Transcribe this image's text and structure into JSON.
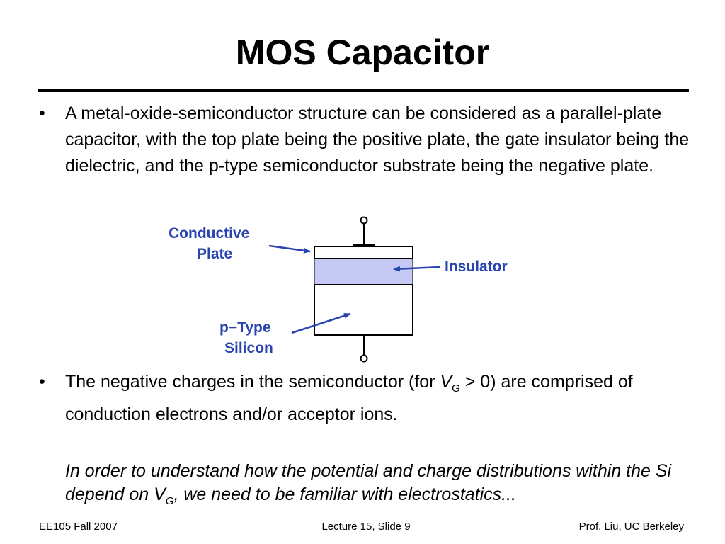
{
  "slide": {
    "title": "MOS Capacitor",
    "bullets": [
      "A metal-oxide-semiconductor structure can be considered as a parallel-plate capacitor, with the top plate being the positive plate, the gate insulator being the dielectric, and the p-type semiconductor substrate being the negative plate.",
      {
        "pre": "The negative charges in the semiconductor (for ",
        "var": "V",
        "sub": "G",
        "post": " > 0) are comprised of conduction electrons and/or acceptor ions."
      }
    ],
    "note": {
      "pre": "In order to understand how the potential and charge distributions within the Si depend on V",
      "sub": "G",
      "post": ", we need to be familiar with electrostatics..."
    }
  },
  "diagram": {
    "labels": {
      "conductive_line1": "Conductive",
      "conductive_line2": "Plate",
      "insulator": "Insulator",
      "ptype_line1": "p−Type",
      "ptype_line2": "Silicon"
    },
    "colors": {
      "label": "#2944b0",
      "insulator_fill": "#c7c9f5",
      "outline": "#000000"
    }
  },
  "footer": {
    "left": "EE105 Fall 2007",
    "center": "Lecture 15, Slide 9",
    "right": "Prof. Liu, UC Berkeley"
  }
}
